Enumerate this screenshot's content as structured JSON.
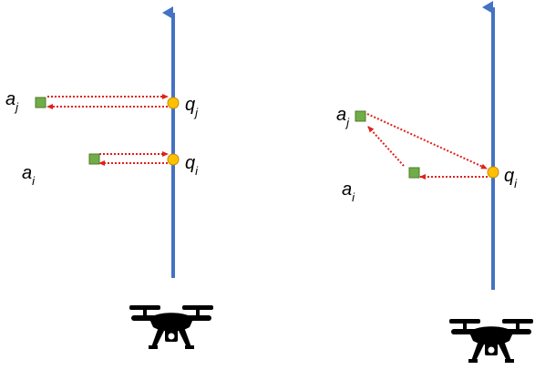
{
  "left_panel": {
    "label_aj": {
      "base": "a",
      "sub": "j"
    },
    "label_qj": {
      "base": "q",
      "sub": "j"
    },
    "label_qi": {
      "base": "q",
      "sub": "i"
    },
    "label_ai": {
      "base": "a",
      "sub": "i"
    }
  },
  "right_panel": {
    "label_aj": {
      "base": "a",
      "sub": "j"
    },
    "label_qi": {
      "base": "q",
      "sub": "i"
    },
    "label_ai": {
      "base": "a",
      "sub": "i"
    }
  },
  "colors": {
    "trajectory": "#4472C4",
    "agent_square": "#70AD47",
    "agent_square_border": "#4E7A2E",
    "query_point": "#FFC000",
    "query_point_border": "#C08A00",
    "arrow": "#E0201A",
    "drone": "#000000"
  },
  "icons": [
    "drone-icon",
    "drone-icon"
  ]
}
